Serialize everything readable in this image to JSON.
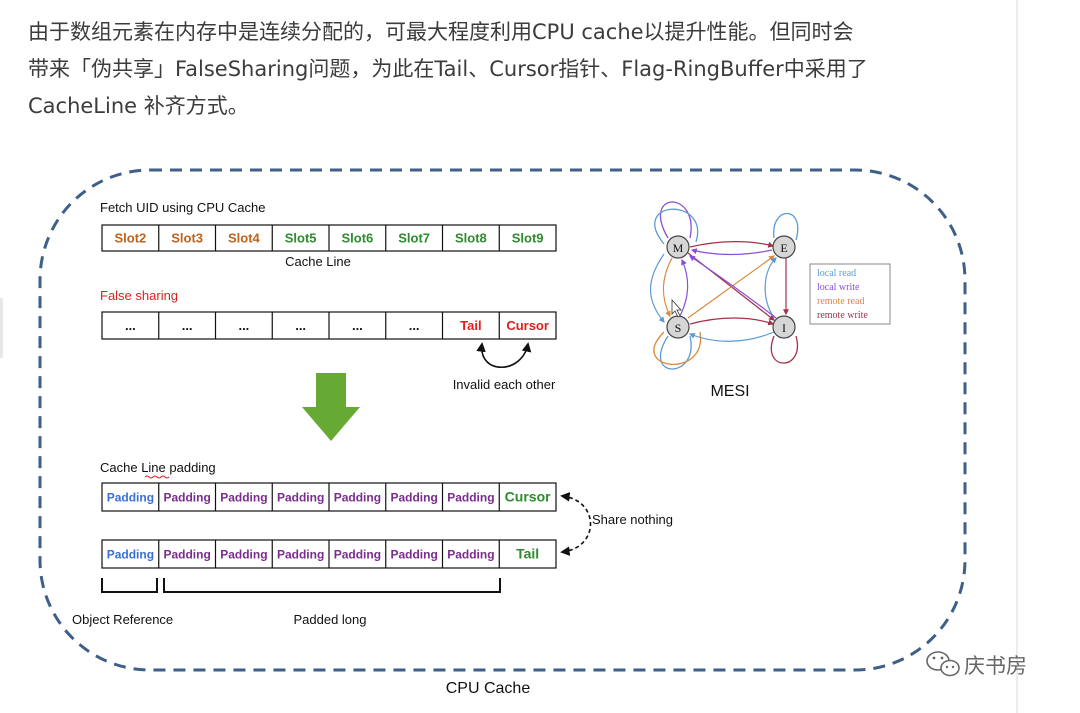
{
  "intro": {
    "line1": "由于数组元素在内存中是连续分配的，可最大程度利用CPU cache以提升性能。但同时会",
    "line2": "带来「伪共享」FalseSharing问题，为此在Tail、Cursor指针、Flag-RingBuffer中采用了",
    "line3": "CacheLine 补齐方式。"
  },
  "diagram": {
    "fetch_title": "Fetch UID using CPU Cache",
    "slots": [
      {
        "label": "Slot2",
        "color": "#c0631c"
      },
      {
        "label": "Slot3",
        "color": "#c0631c"
      },
      {
        "label": "Slot4",
        "color": "#c0631c"
      },
      {
        "label": "Slot5",
        "color": "#2e8b2e"
      },
      {
        "label": "Slot6",
        "color": "#2e8b2e"
      },
      {
        "label": "Slot7",
        "color": "#2e8b2e"
      },
      {
        "label": "Slot8",
        "color": "#2e8b2e"
      },
      {
        "label": "Slot9",
        "color": "#2e8b2e"
      }
    ],
    "cache_line_label": "Cache Line",
    "false_sharing_title": "False sharing",
    "fs_cells": [
      "...",
      "...",
      "...",
      "...",
      "...",
      "...",
      "Tail",
      "Cursor"
    ],
    "invalid_label": "Invalid each other",
    "padding_title": "Cache Line padding",
    "row1": [
      "Padding",
      "Padding",
      "Padding",
      "Padding",
      "Padding",
      "Padding",
      "Padding",
      "Cursor"
    ],
    "row2": [
      "Padding",
      "Padding",
      "Padding",
      "Padding",
      "Padding",
      "Padding",
      "Padding",
      "Tail"
    ],
    "share_nothing_label": "Share nothing",
    "object_reference_label": "Object Reference",
    "padded_long_label": "Padded long",
    "cpu_cache_label": "CPU Cache",
    "mesi": {
      "title": "MESI",
      "states": [
        "M",
        "E",
        "S",
        "I"
      ],
      "legend": [
        {
          "label": "local read",
          "color": "#5b9bd5"
        },
        {
          "label": "local write",
          "color": "#8a4fd8"
        },
        {
          "label": "remote read",
          "color": "#d98a3a"
        },
        {
          "label": "remote write",
          "color": "#a3324a"
        }
      ]
    },
    "colors": {
      "dashed_border": "#3d5f88",
      "arrow_green": "#66aa33",
      "false_sharing_red": "#e02020",
      "padding_first": "#3a6fd8",
      "padding_rest": "#7a2d8c",
      "cursor_tail_green": "#2e8b2e"
    }
  },
  "watermark": {
    "text": "庆书房"
  }
}
